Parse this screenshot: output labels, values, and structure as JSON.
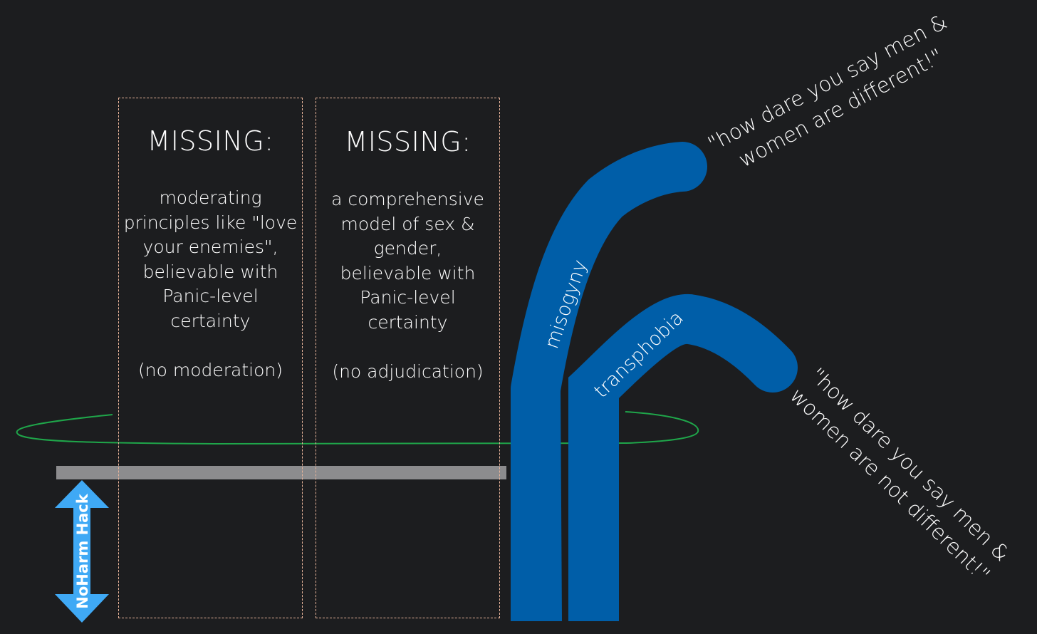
{
  "boxes": [
    {
      "heading": "MISSING:",
      "body": "moderating\nprinciples like \"love\nyour enemies\",\nbelievable with\nPanic-level\ncertainty",
      "note": "(no moderation)"
    },
    {
      "heading": "MISSING:",
      "body": "a comprehensive\nmodel of sex &\ngender,\nbelievable with\nPanic-level\ncertainty",
      "note": "(no adjudication)"
    }
  ],
  "arrow_label": "NoHarm Hack",
  "branches": {
    "left_label": "misogyny",
    "right_label": "transphobia"
  },
  "quotes": {
    "upper": [
      "\"how dare you say men &",
      "women are different!\""
    ],
    "lower": [
      "\"how dare you say men &",
      "women are not different!\""
    ]
  },
  "colors": {
    "background": "#1c1d1f",
    "branch_blue": "#005ea8",
    "arrow_blue": "#3fa9f5",
    "ring_green": "#1fa64a",
    "bar_gray": "#8c8c8e",
    "dashed_border": "#e8b49a"
  }
}
